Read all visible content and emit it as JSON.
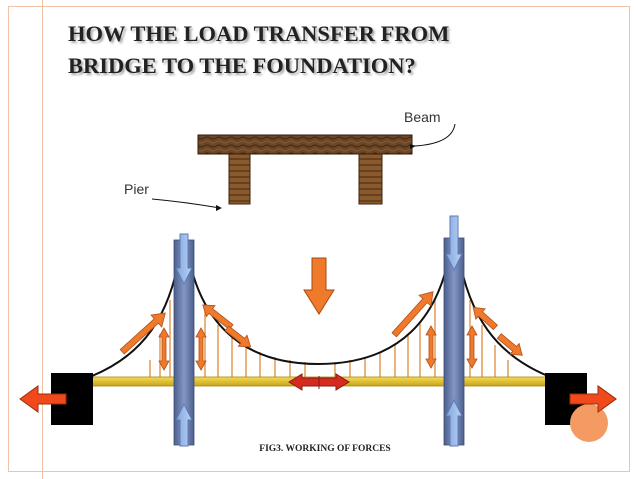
{
  "title": "HOW THE LOAD TRANSFER FROM\nBRIDGE TO THE FOUNDATION?",
  "labels": {
    "beam": "Beam",
    "pier": "Pier"
  },
  "caption": "FIG3. WORKING OF FORCES",
  "colors": {
    "accent_border": "#f2c2a6",
    "corner_dot": "#f39b63",
    "arrow_orange": "#f07a2c",
    "arrow_red": "#d52b1e",
    "deck_yellow": "#e2c124",
    "tower_blue": "#6b7fae",
    "anchor_black": "#000000",
    "beam_brown": "#5c3d22"
  }
}
